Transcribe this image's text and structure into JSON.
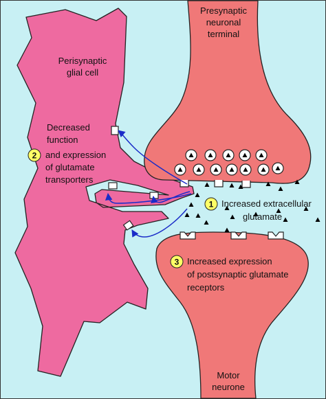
{
  "labels": {
    "presynaptic_line1": "Presynaptic",
    "presynaptic_line2": "neuronal",
    "presynaptic_line3": "terminal",
    "glial_line1": "Perisynaptic",
    "glial_line2": "glial cell",
    "motor_line1": "Motor",
    "motor_line2": "neurone"
  },
  "points": [
    {
      "number": "1",
      "lines": [
        "Increased extracellular",
        "glutamate"
      ]
    },
    {
      "number": "2",
      "lines": [
        "Decreased",
        "function",
        "and expression",
        "of glutamate",
        "transporters"
      ]
    },
    {
      "number": "3",
      "lines": [
        "Increased expression",
        "of postsynaptic glutamate",
        "receptors"
      ]
    }
  ],
  "colors": {
    "background": "#c8f0f4",
    "glial_cell": "#ee6aa0",
    "neurone": "#f07878",
    "marker_circle": "#ffff66",
    "arrow": "#1a2cc8",
    "vesicle": "#ffffff",
    "glutamate": "#000000"
  }
}
